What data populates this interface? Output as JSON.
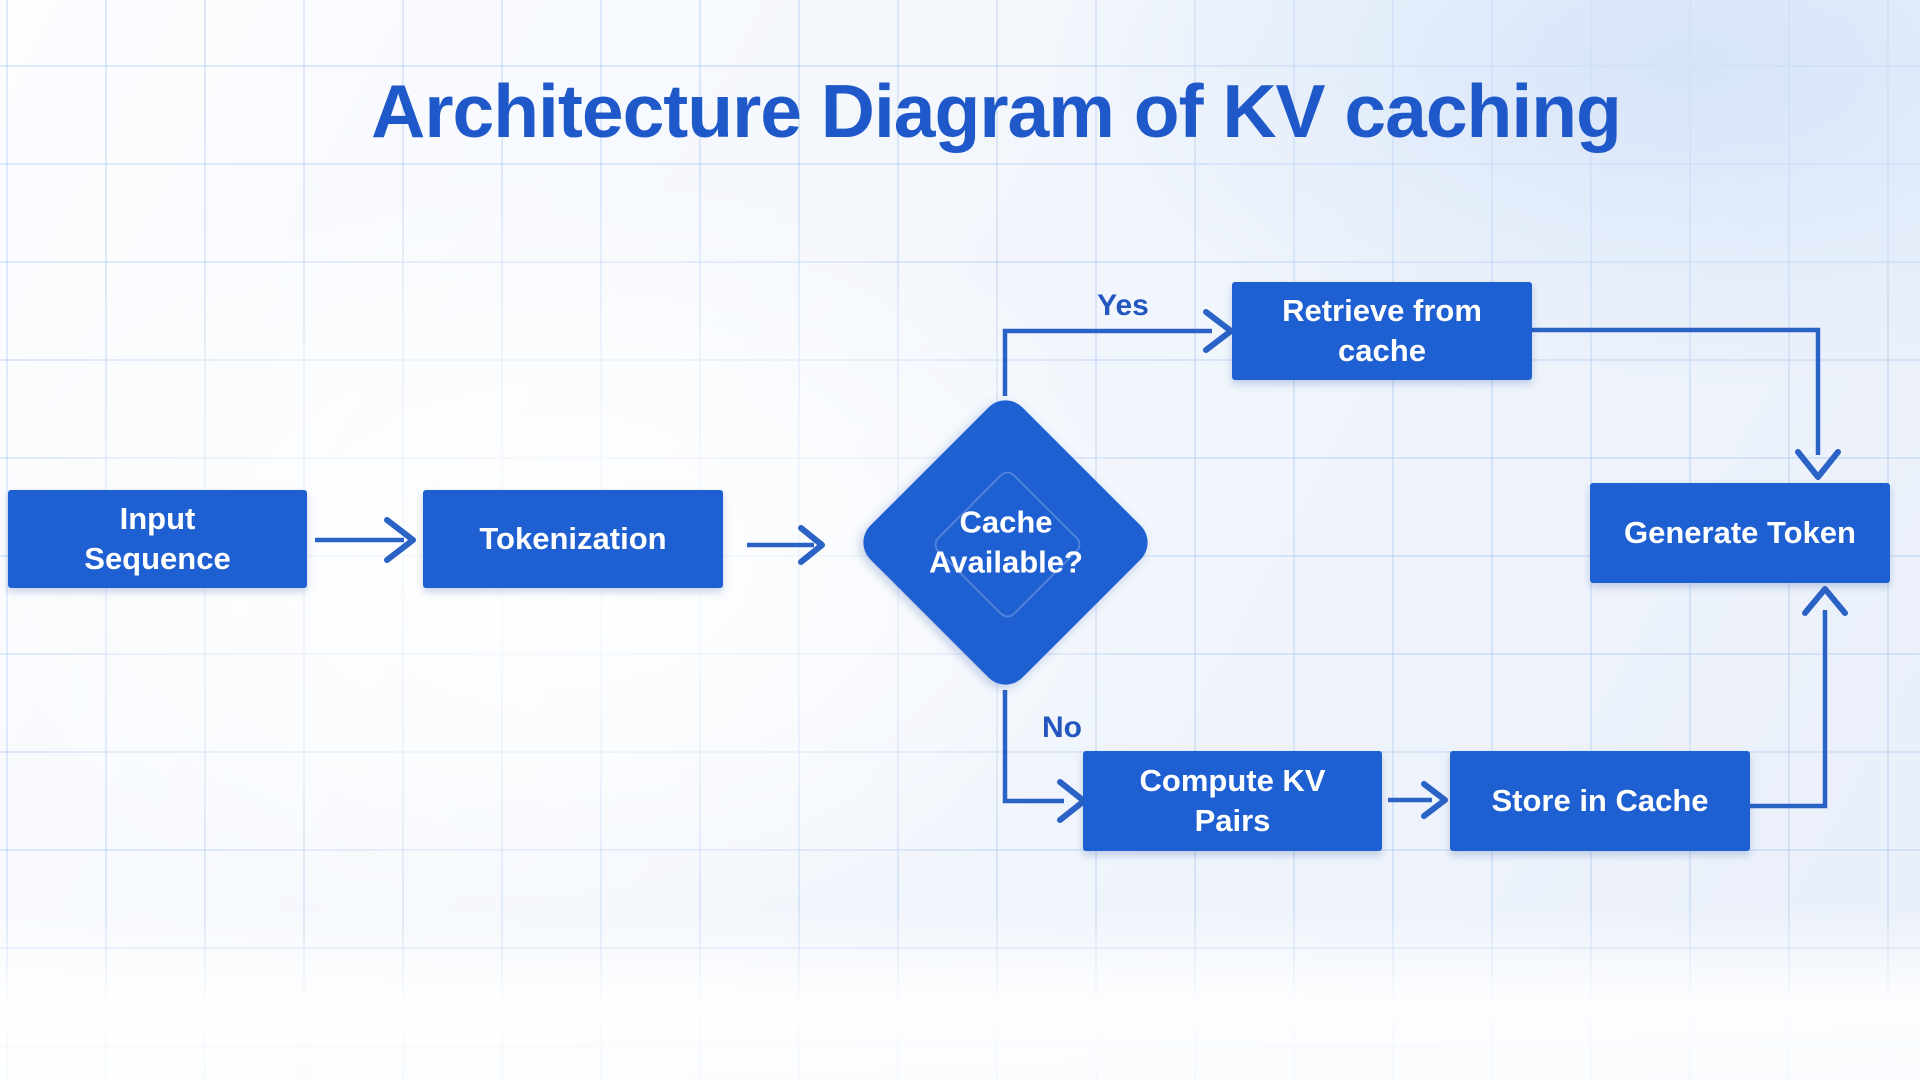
{
  "title": "Architecture Diagram of KV caching",
  "nodes": {
    "input_sequence": {
      "label": "Input\nSequence",
      "type": "process"
    },
    "tokenization": {
      "label": "Tokenization",
      "type": "process"
    },
    "cache_available": {
      "label": "Cache\nAvailable?",
      "type": "decision"
    },
    "retrieve_from_cache": {
      "label": "Retrieve from\ncache",
      "type": "process"
    },
    "compute_kv_pairs": {
      "label": "Compute KV\nPairs",
      "type": "process"
    },
    "store_in_cache": {
      "label": "Store in Cache",
      "type": "process"
    },
    "generate_token": {
      "label": "Generate Token",
      "type": "process"
    }
  },
  "edges": [
    {
      "from": "input_sequence",
      "to": "tokenization",
      "label": ""
    },
    {
      "from": "tokenization",
      "to": "cache_available",
      "label": ""
    },
    {
      "from": "cache_available",
      "to": "retrieve_from_cache",
      "label": "Yes"
    },
    {
      "from": "cache_available",
      "to": "compute_kv_pairs",
      "label": "No"
    },
    {
      "from": "compute_kv_pairs",
      "to": "store_in_cache",
      "label": ""
    },
    {
      "from": "retrieve_from_cache",
      "to": "generate_token",
      "label": ""
    },
    {
      "from": "store_in_cache",
      "to": "generate_token",
      "label": ""
    }
  ],
  "colors": {
    "node_fill": "#1e5fd1",
    "node_text": "#ffffff",
    "title_text": "#1f58c9",
    "connector": "#2a62c6",
    "edge_label_text": "#2456bf",
    "grid_line": "#a6c6f0",
    "background_tint": "#e9effa"
  }
}
